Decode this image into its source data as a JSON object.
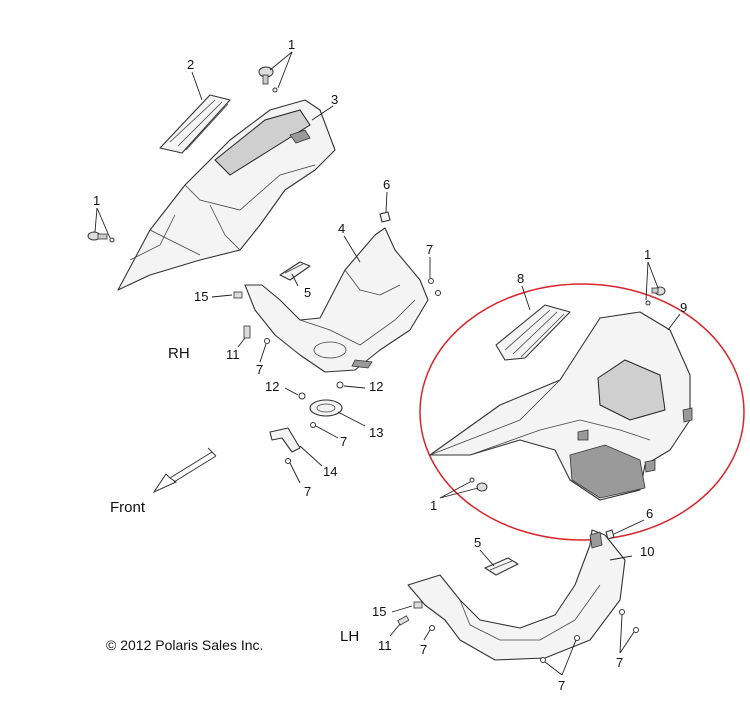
{
  "labels": {
    "rh": "RH",
    "lh": "LH",
    "front": "Front",
    "copyright": "© 2012 Polaris Sales Inc."
  },
  "callouts": {
    "c1_top": "1",
    "c2": "2",
    "c3": "3",
    "c1_left": "1",
    "c6_top": "6",
    "c4": "4",
    "c7_a": "7",
    "c15_rh": "15",
    "c5_rh": "5",
    "c11_rh": "11",
    "c7_b": "7",
    "c12_a": "12",
    "c12_b": "12",
    "c13": "13",
    "c7_c": "7",
    "c14": "14",
    "c7_d": "7",
    "c8": "8",
    "c1_right": "1",
    "c9": "9",
    "c1_bottom": "1",
    "c6_lh": "6",
    "c5_lh": "5",
    "c10": "10",
    "c15_lh": "15",
    "c11_lh": "11",
    "c7_e": "7",
    "c7_f": "7",
    "c7_g": "7"
  },
  "colors": {
    "highlight_ellipse": "#d8262b",
    "line": "#222222"
  }
}
